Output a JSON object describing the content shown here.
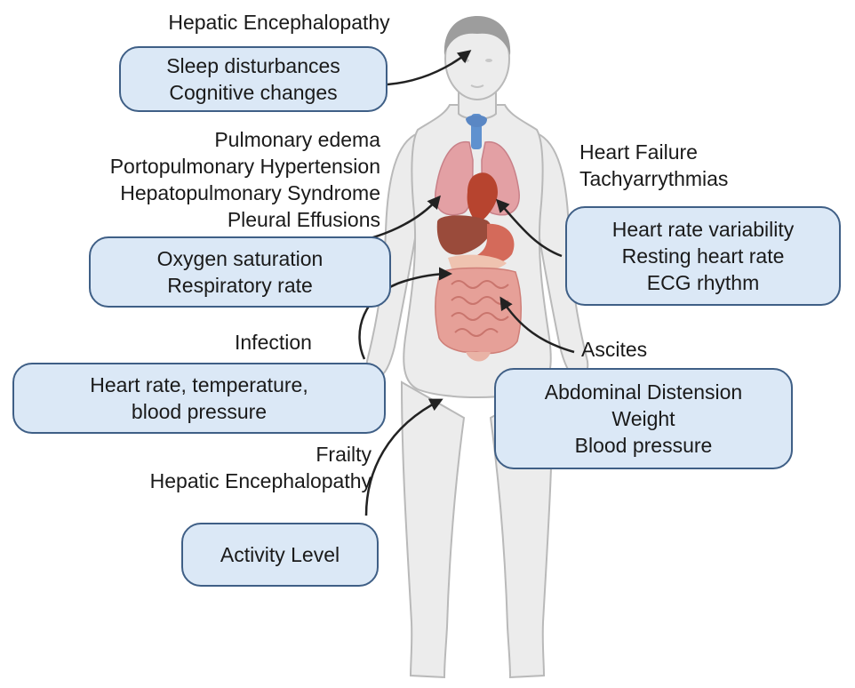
{
  "groups": {
    "head": {
      "condition_lines": [
        "Hepatic Encephalopathy"
      ],
      "metric_lines": [
        "Sleep disturbances",
        "Cognitive changes"
      ]
    },
    "lungs": {
      "condition_lines": [
        "Pulmonary edema",
        "Portopulmonary Hypertension",
        "Hepatopulmonary Syndrome",
        "Pleural Effusions"
      ],
      "metric_lines": [
        "Oxygen saturation",
        "Respiratory rate"
      ]
    },
    "heart": {
      "condition_lines": [
        "Heart Failure",
        "Tachyarrythmias"
      ],
      "metric_lines": [
        "Heart rate variability",
        "Resting heart rate",
        "ECG rhythm"
      ]
    },
    "infection": {
      "condition_lines": [
        "Infection"
      ],
      "metric_lines": [
        "Heart rate, temperature,",
        "blood pressure"
      ]
    },
    "ascites": {
      "condition_lines": [
        "Ascites"
      ],
      "metric_lines": [
        "Abdominal Distension",
        "Weight",
        "Blood pressure"
      ]
    },
    "frailty": {
      "condition_lines": [
        "Frailty",
        "Hepatic Encephalopathy"
      ],
      "metric_lines": [
        "Activity Level"
      ]
    }
  },
  "colors": {
    "box_fill": "#dbe8f6",
    "box_border": "#3f5f86",
    "arrow": "#222222",
    "body_fill": "#ececec",
    "body_outline": "#b9b9b9",
    "hair": "#9d9d9d",
    "lungs": "#e3a0a4",
    "heart": "#b7442f",
    "liver": "#9a4b3b",
    "stomach": "#efc3b0",
    "intestine": "#e6a098",
    "trachea": "#5f91cf"
  },
  "icons": [
    "human-body-illustration",
    "arrow"
  ]
}
